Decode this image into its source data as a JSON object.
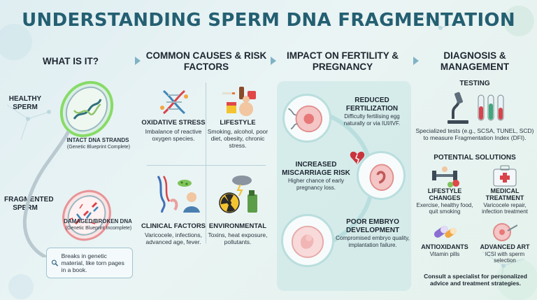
{
  "title": "UNDERSTANDING SPERM DNA FRAGMENTATION",
  "colors": {
    "title": "#245f72",
    "healthy_glow": "#7ed957",
    "damage": "#d9434b",
    "dna_blue": "#3f86b8"
  },
  "what_is_it": {
    "heading": "WHAT IS IT?",
    "healthy_label": "HEALTHY SPERM",
    "healthy_caption": "INTACT DNA STRANDS",
    "healthy_sub": "(Genetic Blueprint Complete)",
    "fragmented_label": "FRAGMENTED SPERM",
    "fragmented_caption": "DAMAGED/BROKEN DNA",
    "fragmented_sub": "(Genetic Blueprint Incomplete)",
    "note": "Breaks in genetic material, like torn pages in a book.",
    "note_icon": "magnifier-icon"
  },
  "causes": {
    "heading": "COMMON CAUSES & RISK FACTORS",
    "items": [
      {
        "title": "OXIDATIVE STRESS",
        "desc": "Imbalance of reactive oxygen species.",
        "icon": "dna-damage-icon"
      },
      {
        "title": "LIFESTYLE",
        "desc": "Smoking, alcohol, poor diet, obesity, chronic stress.",
        "icon": "lifestyle-icon"
      },
      {
        "title": "CLINICAL FACTORS",
        "desc": "Varicocele, infections, advanced age, fever.",
        "icon": "clinical-icon"
      },
      {
        "title": "ENVIRONMENTAL",
        "desc": "Toxins, heat exposure, pollutants.",
        "icon": "hazard-icon"
      }
    ]
  },
  "impact": {
    "heading": "IMPACT ON FERTILITY & PREGNANCY",
    "items": [
      {
        "title": "REDUCED FERTILIZATION",
        "desc": "Difficulty fertilising egg naturally or via IUI/IVF."
      },
      {
        "title": "INCREASED MISCARRIAGE RISK",
        "desc": "Higher chance of early pregnancy loss."
      },
      {
        "title": "POOR EMBRYO DEVELOPMENT",
        "desc": "Compromised embryo quality, implantation failure."
      }
    ]
  },
  "diagnosis": {
    "heading": "DIAGNOSIS & MANAGEMENT",
    "testing_heading": "TESTING",
    "testing_desc": "Specialized tests (e.g., SCSA, TUNEL, SCD) to measure Fragmentation Index (DFI).",
    "solutions_heading": "POTENTIAL SOLUTIONS",
    "solutions": [
      {
        "title": "LIFESTYLE CHANGES",
        "desc": "Exercise, healthy food, quit smoking"
      },
      {
        "title": "MEDICAL TREATMENT",
        "desc": "Varicocele repair, infection treatment"
      },
      {
        "title": "ANTIOXIDANTS",
        "desc": "Vitamin pills"
      },
      {
        "title": "ADVANCED ART",
        "desc": "ICSI with sperm selection"
      }
    ],
    "footer": "Consult a specialist for personalized advice and treatment strategies."
  }
}
